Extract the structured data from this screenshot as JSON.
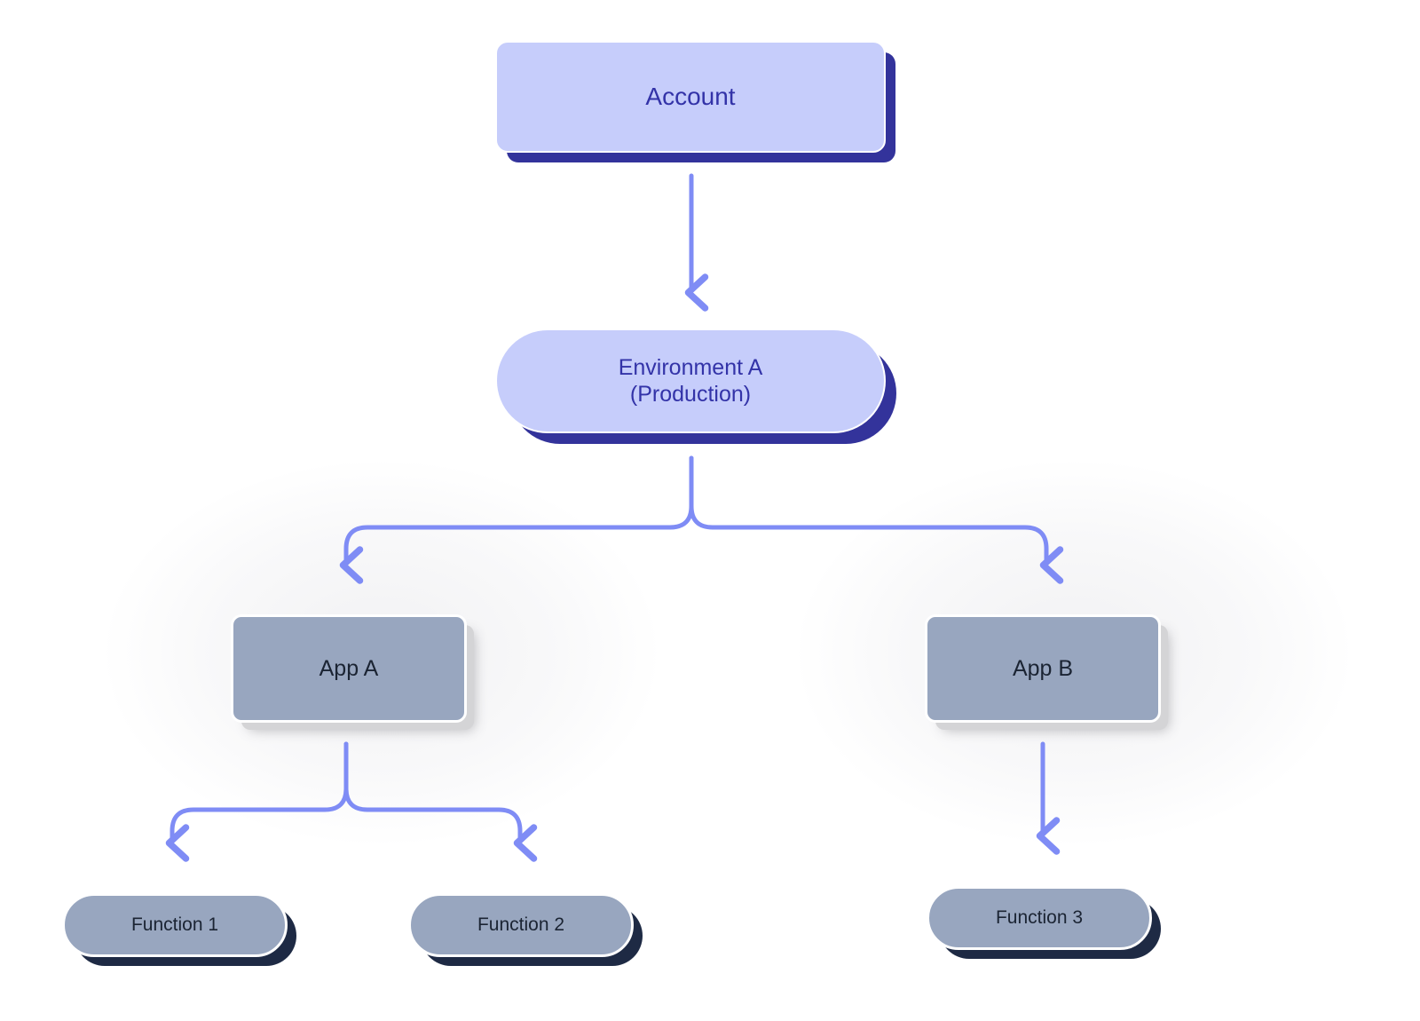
{
  "diagram": {
    "title": "Account to Environment to App to Function hierarchy",
    "background_color": "#ffffff",
    "edge_color": "#7f8cf5"
  },
  "palette": {
    "blue_fill": "#c6cdfb",
    "blue_text": "#3333a8",
    "blue_shadow": "#33339b",
    "gray_fill": "#98a6bf",
    "gray_text": "#1b2433",
    "gray_rect_shadow": "#d4d4d6",
    "gray_pill_shadow": "#1e2a44",
    "arrow": "#7f8cf5",
    "node_border": "#ffffff"
  },
  "nodes": {
    "account": {
      "label": "Account",
      "shape": "rounded-rect",
      "level": "account"
    },
    "environment": {
      "label": "Environment A\n(Production)",
      "line1": "Environment A",
      "line2": "(Production)",
      "shape": "pill",
      "level": "environment"
    },
    "app_a": {
      "label": "App A",
      "shape": "rounded-rect",
      "level": "app"
    },
    "app_b": {
      "label": "App B",
      "shape": "rounded-rect",
      "level": "app"
    },
    "function_1": {
      "label": "Function 1",
      "shape": "pill",
      "level": "function"
    },
    "function_2": {
      "label": "Function 2",
      "shape": "pill",
      "level": "function"
    },
    "function_3": {
      "label": "Function 3",
      "shape": "pill",
      "level": "function"
    }
  },
  "edges": [
    {
      "from": "account",
      "to": "environment",
      "style": "straight-down"
    },
    {
      "from": "environment",
      "to": "app_a",
      "style": "branch-left"
    },
    {
      "from": "environment",
      "to": "app_b",
      "style": "branch-right"
    },
    {
      "from": "app_a",
      "to": "function_1",
      "style": "branch-left"
    },
    {
      "from": "app_a",
      "to": "function_2",
      "style": "branch-right"
    },
    {
      "from": "app_b",
      "to": "function_3",
      "style": "straight-down"
    }
  ]
}
